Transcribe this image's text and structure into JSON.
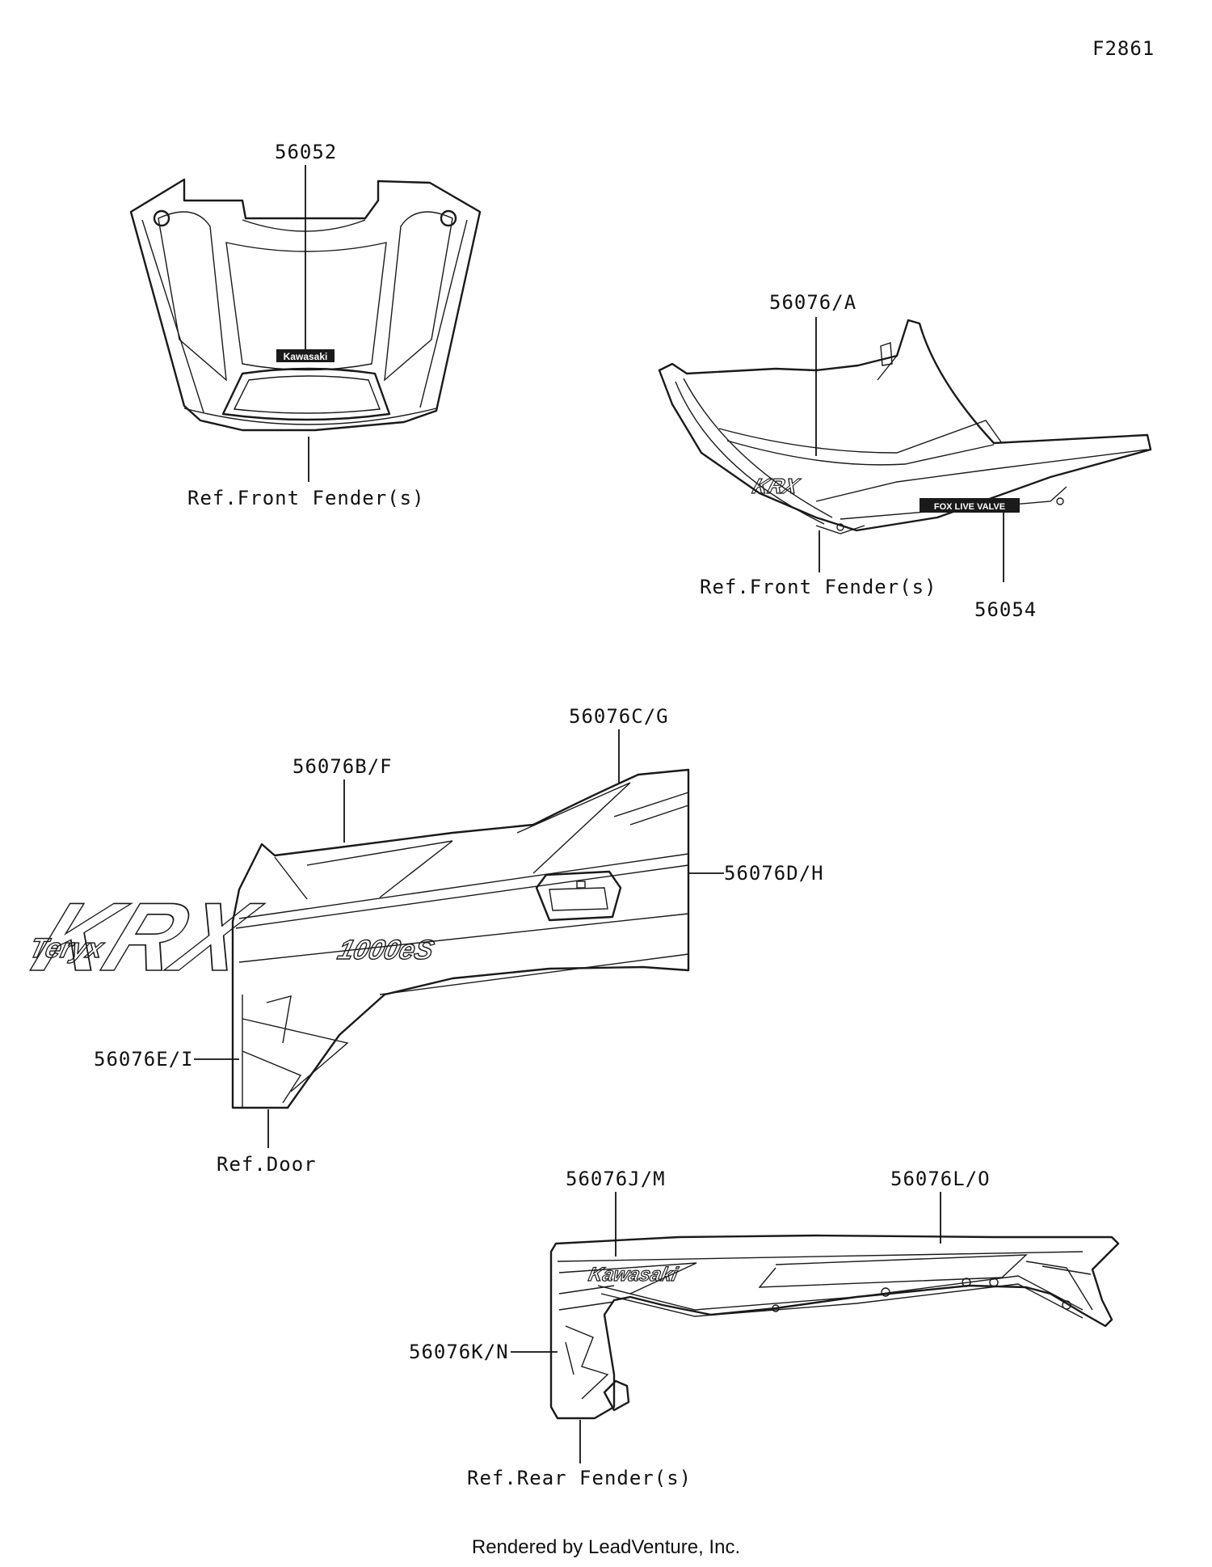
{
  "figure_code": "F2861",
  "callouts": {
    "c56052": "56052",
    "ref_front_fender_1": "Ref.Front Fender(s)",
    "c56076_a": "56076/A",
    "ref_front_fender_2": "Ref.Front Fender(s)",
    "c56054": "56054",
    "c56076_cg": "56076C/G",
    "c56076_bf": "56076B/F",
    "c56076_dh": "56076D/H",
    "c56076_ei": "56076E/I",
    "ref_door": "Ref.Door",
    "c56076_jm": "56076J/M",
    "c56076_lo": "56076L/O",
    "c56076_kn": "56076K/N",
    "ref_rear_fender": "Ref.Rear Fender(s)"
  },
  "decals": {
    "kawasaki_small": "Kawasaki",
    "kawasaki_large": "Kawasaki",
    "krx_logo": "KRX",
    "teryx_logo": "Teryx",
    "model_1000es": "1000eS",
    "fox_live_valve": "FOX LIVE VALVE"
  },
  "footer": "Rendered by LeadVenture, Inc."
}
